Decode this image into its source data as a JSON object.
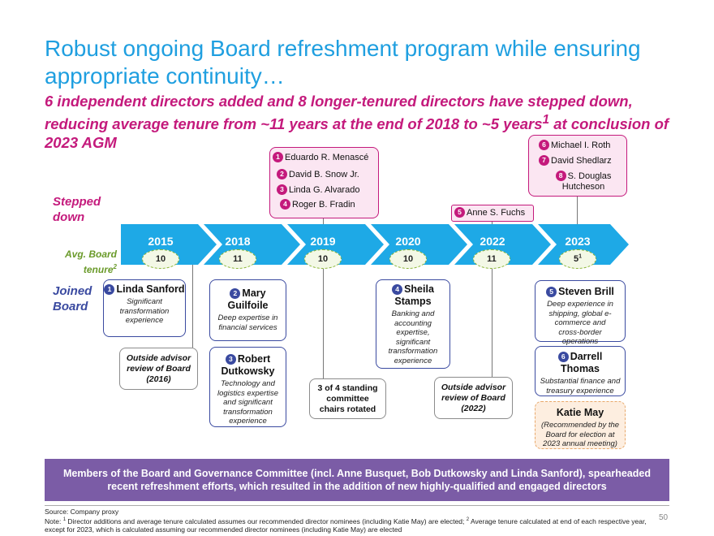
{
  "title": "Robust ongoing Board refreshment program while ensuring appropriate continuity…",
  "subtitle": {
    "before_sup": "6 independent directors added and 8 longer-tenured directors have stepped down, reducing average tenure from ~11 years at the end of 2018 to ~5 years",
    "sup": "1",
    "after_sup": " at conclusion of 2023 AGM"
  },
  "labels": {
    "stepped_down": "Stepped down",
    "joined_board": "Joined Board",
    "avg_board_tenure": "Avg. Board tenure",
    "avg_board_tenure_sup": "2"
  },
  "timeline": {
    "years": [
      "2015",
      "2018",
      "2019",
      "2020",
      "2022",
      "2023"
    ],
    "tenure": [
      "10",
      "11",
      "10",
      "10",
      "11",
      "5"
    ],
    "last_tenure_sup": "1"
  },
  "stepped_down": [
    {
      "num": "1",
      "name": "Eduardo R. Menascé"
    },
    {
      "num": "2",
      "name": "David B. Snow Jr."
    },
    {
      "num": "3",
      "name": "Linda G. Alvarado"
    },
    {
      "num": "4",
      "name": "Roger B. Fradin"
    },
    {
      "num": "5",
      "name": "Anne S. Fuchs"
    },
    {
      "num": "6",
      "name": "Michael I. Roth"
    },
    {
      "num": "7",
      "name": "David Shedlarz"
    },
    {
      "num": "8",
      "name": "S. Douglas Hutcheson"
    }
  ],
  "joined": [
    {
      "num": "1",
      "name": "Linda Sanford",
      "desc": "Significant transformation experience"
    },
    {
      "num": "2",
      "name": "Mary Guilfoile",
      "desc": "Deep expertise in financial services"
    },
    {
      "num": "3",
      "name": "Robert Dutkowsky",
      "desc": "Technology and logistics expertise and significant transformation experience"
    },
    {
      "num": "4",
      "name": "Sheila Stamps",
      "desc": "Banking and accounting expertise, significant transformation experience"
    },
    {
      "num": "5",
      "name": "Steven Brill",
      "desc": "Deep experience in shipping, global e-commerce and cross-border operations"
    },
    {
      "num": "6",
      "name": "Darrell Thomas",
      "desc": "Substantial finance and treasury experience"
    }
  ],
  "katie": {
    "name": "Katie May",
    "desc": "(Recommended by the Board for election at 2023 annual meeting)"
  },
  "events": {
    "advisor_2016": "Outside advisor review of Board (2016)",
    "chairs_rotated": "3 of 4 standing committee chairs rotated",
    "advisor_2022": "Outside advisor review of Board (2022)"
  },
  "banner": "Members of the Board and Governance Committee (incl. Anne Busquet, Bob Dutkowsky and Linda Sanford), spearheaded recent refreshment efforts, which resulted in the addition of new highly-qualified and engaged directors",
  "source": "Source: Company proxy",
  "note": {
    "prefix": "Note: ",
    "sup1": "1",
    "part1": " Director additions and average tenure calculated assumes our recommended director nominees (including Katie May) are elected; ",
    "sup2": "2",
    "part2": " Average tenure calculated at end of each respective year, except for 2023, which is calculated assuming our recommended director nominees (including Katie May) are elected"
  },
  "page_number": "50",
  "colors": {
    "title_blue": "#1f9fe0",
    "magenta": "#c41a7c",
    "navy": "#3a4aa0",
    "green": "#6a9a2a",
    "purple": "#7b5ca6",
    "arrow_blue": "#1ea9e6"
  }
}
